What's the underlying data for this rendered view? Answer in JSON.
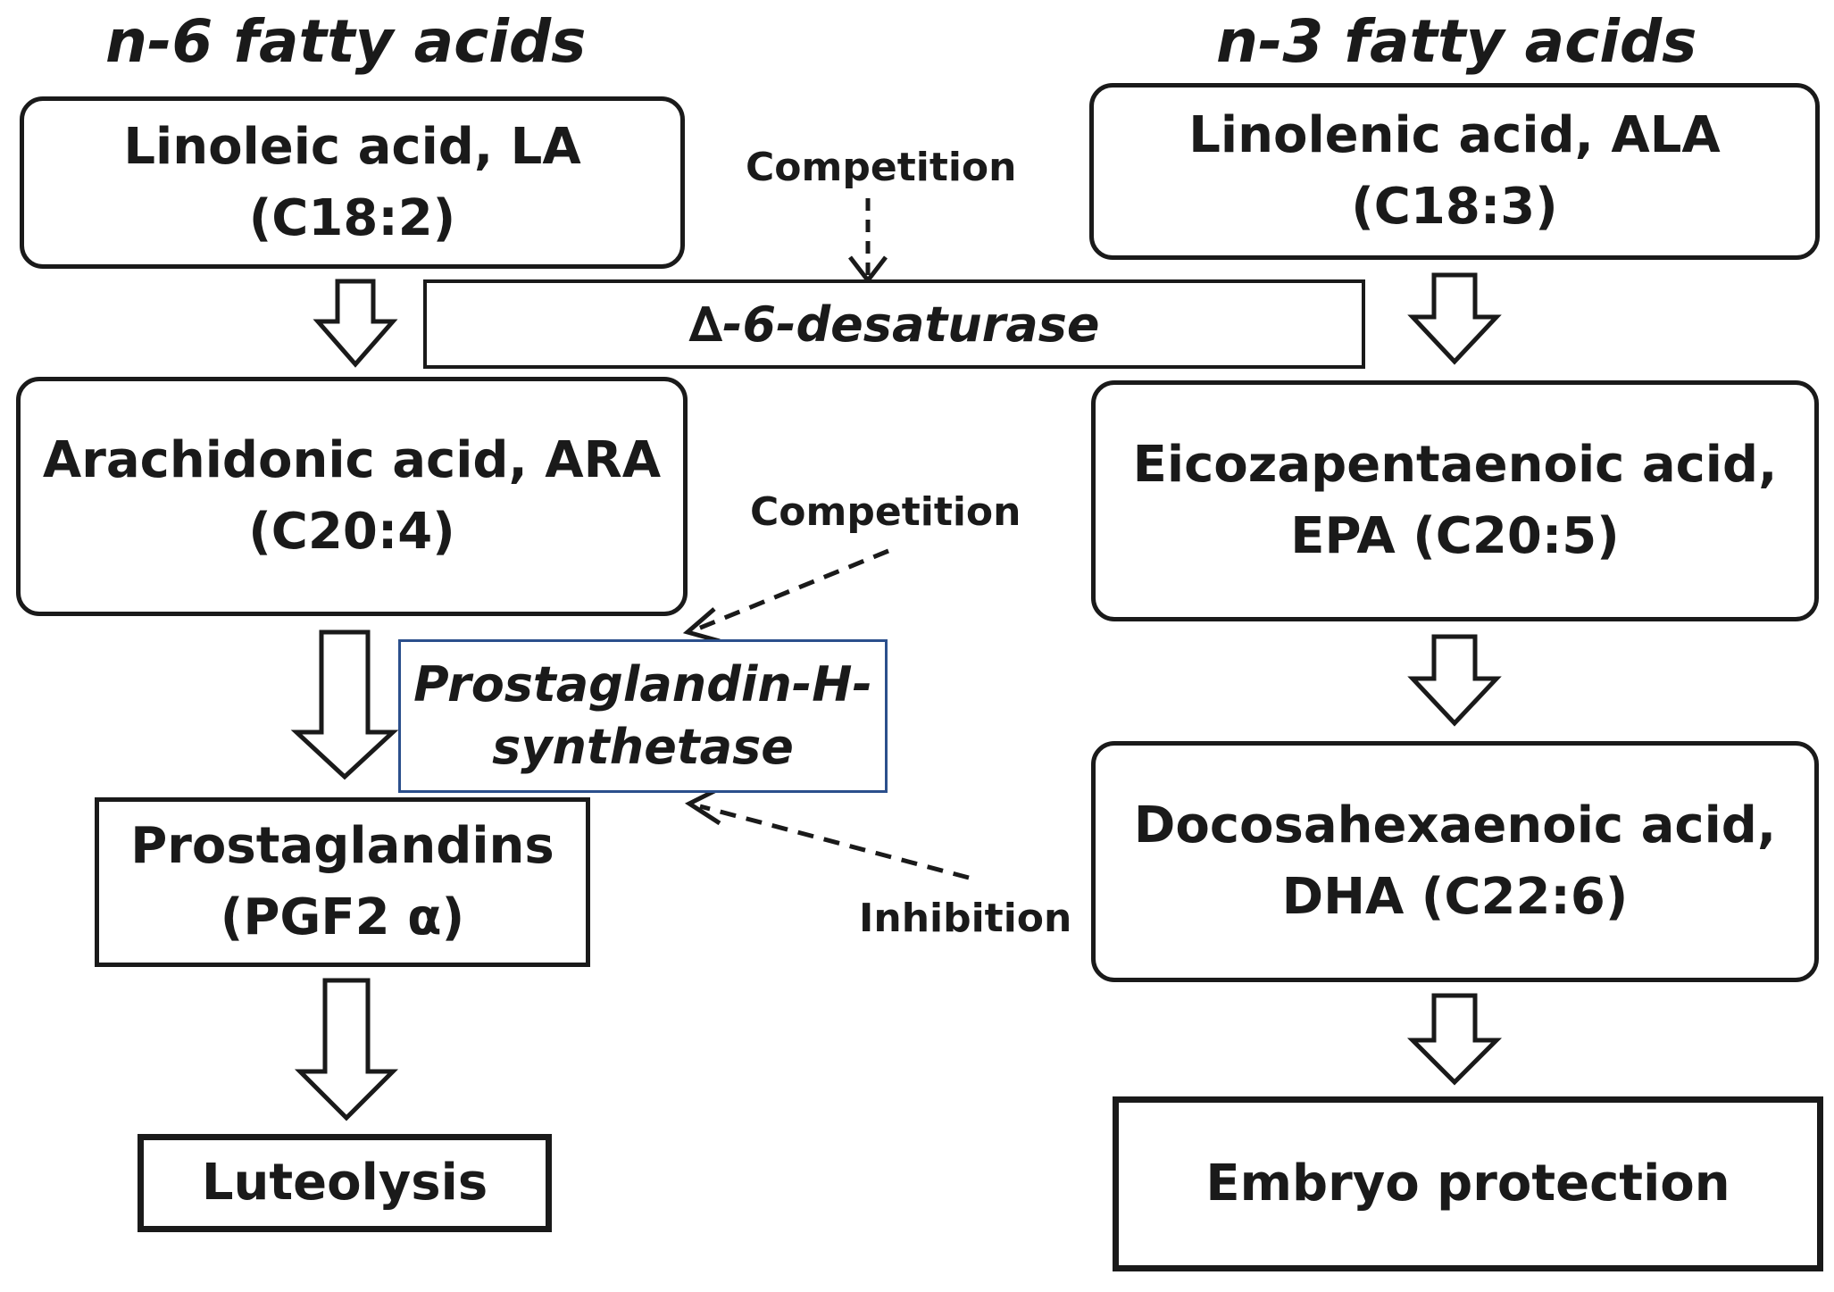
{
  "titles": {
    "n6": "n-6 fatty acids",
    "n3": "n-3 fatty acids"
  },
  "n6": {
    "la": {
      "line1": "Linoleic acid, LA",
      "line2": "(C18:2)"
    },
    "ara": {
      "line1": "Arachidonic acid, ARA",
      "line2": "(C20:4)"
    },
    "pg": {
      "line1": "Prostaglandins",
      "line2": "(PGF2 α)"
    },
    "luteolysis": "Luteolysis"
  },
  "n3": {
    "ala": {
      "line1": "Linolenic acid, ALA",
      "line2": "(C18:3)"
    },
    "epa": {
      "line1": "Eicozapentaenoic acid,",
      "line2": "EPA (C20:5)"
    },
    "dha": {
      "line1": "Docosahexaenoic  acid,",
      "line2": "DHA  (C22:6)"
    },
    "embryo": "Embryo protection"
  },
  "enzymes": {
    "desaturase": "∆-6-desaturase",
    "pghs_line1": "Prostaglandin-H-",
    "pghs_line2": "synthetase"
  },
  "labels": {
    "competition_top": "Competition",
    "competition_mid": "Competition",
    "inhibition": "Inhibition"
  },
  "colors": {
    "ink": "#1a1a1a",
    "pghs_border": "#2b4f8c",
    "background": "#ffffff"
  }
}
